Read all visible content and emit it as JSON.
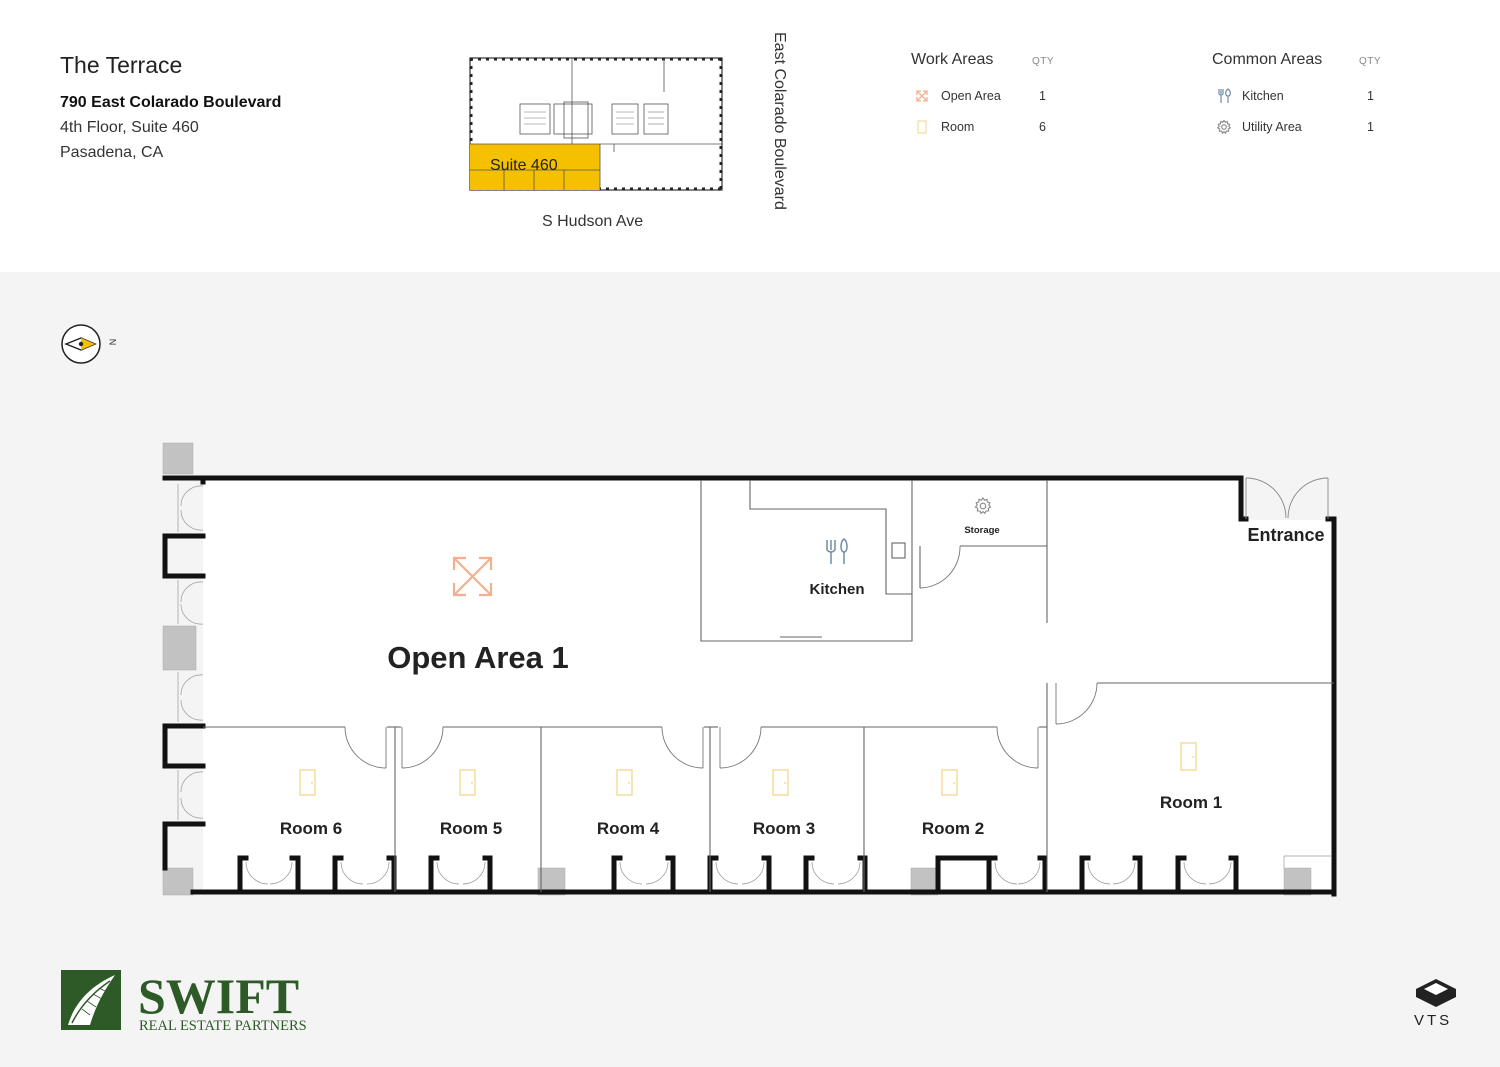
{
  "property": {
    "title": "The Terrace",
    "address_line1": "790 East Colarado Boulevard",
    "address_line2": "4th Floor, Suite 460",
    "address_line3": "Pasadena, CA"
  },
  "keyplan": {
    "suite_label": "Suite 460",
    "street_bottom": "S Hudson Ave",
    "street_right": "East Colarado Boulevard",
    "highlight_color": "#f5c000"
  },
  "legend": {
    "work_areas": {
      "heading": "Work Areas",
      "qty_heading": "QTY",
      "items": [
        {
          "icon": "expand-arrows-icon",
          "label": "Open Area",
          "qty": "1"
        },
        {
          "icon": "room-door-icon",
          "label": "Room",
          "qty": "6"
        }
      ]
    },
    "common_areas": {
      "heading": "Common Areas",
      "qty_heading": "QTY",
      "items": [
        {
          "icon": "fork-knife-icon",
          "label": "Kitchen",
          "qty": "1"
        },
        {
          "icon": "gear-icon",
          "label": "Utility Area",
          "qty": "1"
        }
      ]
    }
  },
  "compass": {
    "label": "N"
  },
  "floorplan": {
    "open_area_label": "Open Area 1",
    "kitchen_label": "Kitchen",
    "storage_label": "Storage",
    "entrance_label": "Entrance",
    "rooms": [
      "Room 6",
      "Room 5",
      "Room 4",
      "Room 3",
      "Room 2",
      "Room 1"
    ],
    "colors": {
      "open_area_icon": "#f3b08f",
      "room_icon": "#f6dc9c",
      "kitchen_icon": "#6f8ca8",
      "storage_icon": "#888888",
      "column": "#c2c2c2"
    }
  },
  "branding": {
    "logo_main": "SWIFT",
    "logo_sub": "REAL ESTATE PARTNERS",
    "logo_color": "#2d5a27",
    "vts_label": "VTS"
  }
}
